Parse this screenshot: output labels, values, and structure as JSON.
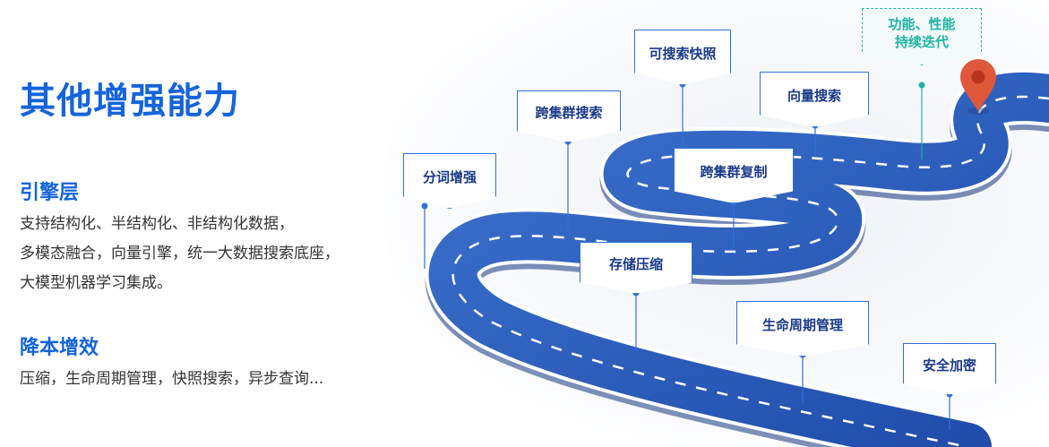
{
  "title": "其他增强能力",
  "sections": [
    {
      "heading": "引擎层",
      "lines": [
        "支持结构化、半结构化、非结构化数据，",
        "多模态融合，向量引擎，统一大数据搜索底座，",
        "大模型机器学习集成。"
      ]
    },
    {
      "heading": "降本增效",
      "lines": [
        "压缩，生命周期管理，快照搜索，异步查询..."
      ]
    }
  ],
  "road_labels": {
    "fenci": "分词增强",
    "kuajiqun_search": "跨集群搜索",
    "snapshot": "可搜索快照",
    "vector": "向量搜索",
    "kuajiqun_copy": "跨集群复制",
    "storage": "存储压缩",
    "lifecycle": "生命周期管理",
    "security": "安全加密",
    "future_line1": "功能、性能",
    "future_line2": "持续迭代"
  },
  "colors": {
    "accent": "#1464dc",
    "road": "#2a5bb8",
    "future": "#1fb3a3",
    "pin": "#e0583a"
  }
}
